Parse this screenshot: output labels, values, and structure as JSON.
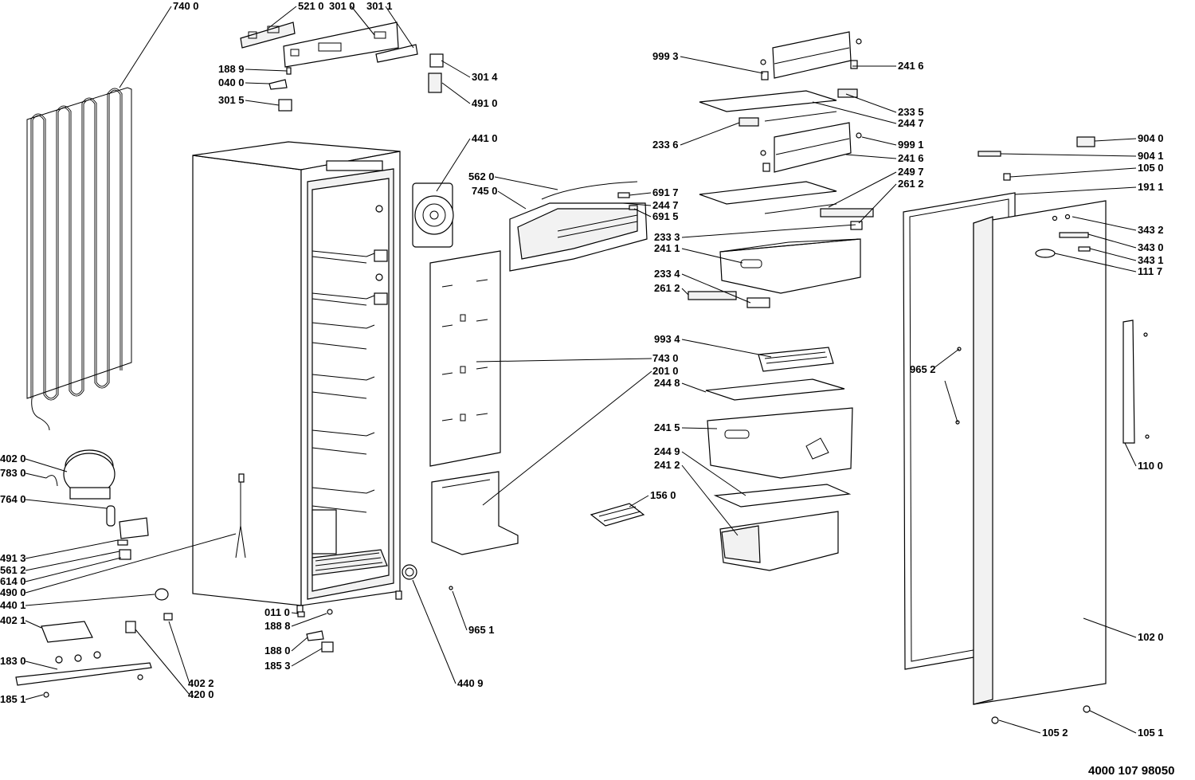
{
  "diagram_code": "4000 107 98050",
  "labels": [
    {
      "id": "740_0",
      "text": "740 0"
    },
    {
      "id": "521_0",
      "text": "521 0"
    },
    {
      "id": "301_0",
      "text": "301 0"
    },
    {
      "id": "301_1",
      "text": "301 1"
    },
    {
      "id": "188_9",
      "text": "188 9"
    },
    {
      "id": "040_0",
      "text": "040 0"
    },
    {
      "id": "301_5",
      "text": "301 5"
    },
    {
      "id": "301_4",
      "text": "301 4"
    },
    {
      "id": "491_0",
      "text": "491 0"
    },
    {
      "id": "441_0",
      "text": "441 0"
    },
    {
      "id": "562_0",
      "text": "562 0"
    },
    {
      "id": "745_0",
      "text": "745 0"
    },
    {
      "id": "691_7",
      "text": "691 7"
    },
    {
      "id": "244_7b",
      "text": "244 7"
    },
    {
      "id": "691_5",
      "text": "691 5"
    },
    {
      "id": "999_3",
      "text": "999 3"
    },
    {
      "id": "241_6a",
      "text": "241 6"
    },
    {
      "id": "233_5",
      "text": "233 5"
    },
    {
      "id": "244_7a",
      "text": "244 7"
    },
    {
      "id": "233_6",
      "text": "233 6"
    },
    {
      "id": "999_1",
      "text": "999 1"
    },
    {
      "id": "241_6b",
      "text": "241 6"
    },
    {
      "id": "249_7",
      "text": "249 7"
    },
    {
      "id": "261_2a",
      "text": "261 2"
    },
    {
      "id": "233_3",
      "text": "233 3"
    },
    {
      "id": "241_1",
      "text": "241 1"
    },
    {
      "id": "233_4",
      "text": "233 4"
    },
    {
      "id": "261_2b",
      "text": "261 2"
    },
    {
      "id": "993_4",
      "text": "993 4"
    },
    {
      "id": "743_0",
      "text": "743 0"
    },
    {
      "id": "201_0",
      "text": "201 0"
    },
    {
      "id": "244_8",
      "text": "244 8"
    },
    {
      "id": "241_5",
      "text": "241 5"
    },
    {
      "id": "244_9",
      "text": "244 9"
    },
    {
      "id": "241_2",
      "text": "241 2"
    },
    {
      "id": "156_0",
      "text": "156 0"
    },
    {
      "id": "904_0",
      "text": "904 0"
    },
    {
      "id": "904_1",
      "text": "904 1"
    },
    {
      "id": "105_0",
      "text": "105 0"
    },
    {
      "id": "191_1",
      "text": "191 1"
    },
    {
      "id": "343_2",
      "text": "343 2"
    },
    {
      "id": "343_0",
      "text": "343 0"
    },
    {
      "id": "343_1",
      "text": "343 1"
    },
    {
      "id": "111_7",
      "text": "111 7"
    },
    {
      "id": "965_2",
      "text": "965 2"
    },
    {
      "id": "110_0",
      "text": "110 0"
    },
    {
      "id": "102_0",
      "text": "102 0"
    },
    {
      "id": "105_2",
      "text": "105 2"
    },
    {
      "id": "105_1",
      "text": "105 1"
    },
    {
      "id": "402_0",
      "text": "402 0"
    },
    {
      "id": "783_0",
      "text": "783 0"
    },
    {
      "id": "764_0",
      "text": "764 0"
    },
    {
      "id": "491_3",
      "text": "491 3"
    },
    {
      "id": "561_2",
      "text": "561 2"
    },
    {
      "id": "614_0",
      "text": "614 0"
    },
    {
      "id": "490_0",
      "text": "490 0"
    },
    {
      "id": "440_1",
      "text": "440 1"
    },
    {
      "id": "402_1",
      "text": "402 1"
    },
    {
      "id": "183_0",
      "text": "183 0"
    },
    {
      "id": "185_1",
      "text": "185 1"
    },
    {
      "id": "402_2",
      "text": "402 2"
    },
    {
      "id": "420_0",
      "text": "420 0"
    },
    {
      "id": "011_0",
      "text": "011 0"
    },
    {
      "id": "188_8",
      "text": "188 8"
    },
    {
      "id": "188_0",
      "text": "188 0"
    },
    {
      "id": "185_3",
      "text": "185 3"
    },
    {
      "id": "965_1",
      "text": "965 1"
    },
    {
      "id": "440_9",
      "text": "440 9"
    }
  ]
}
